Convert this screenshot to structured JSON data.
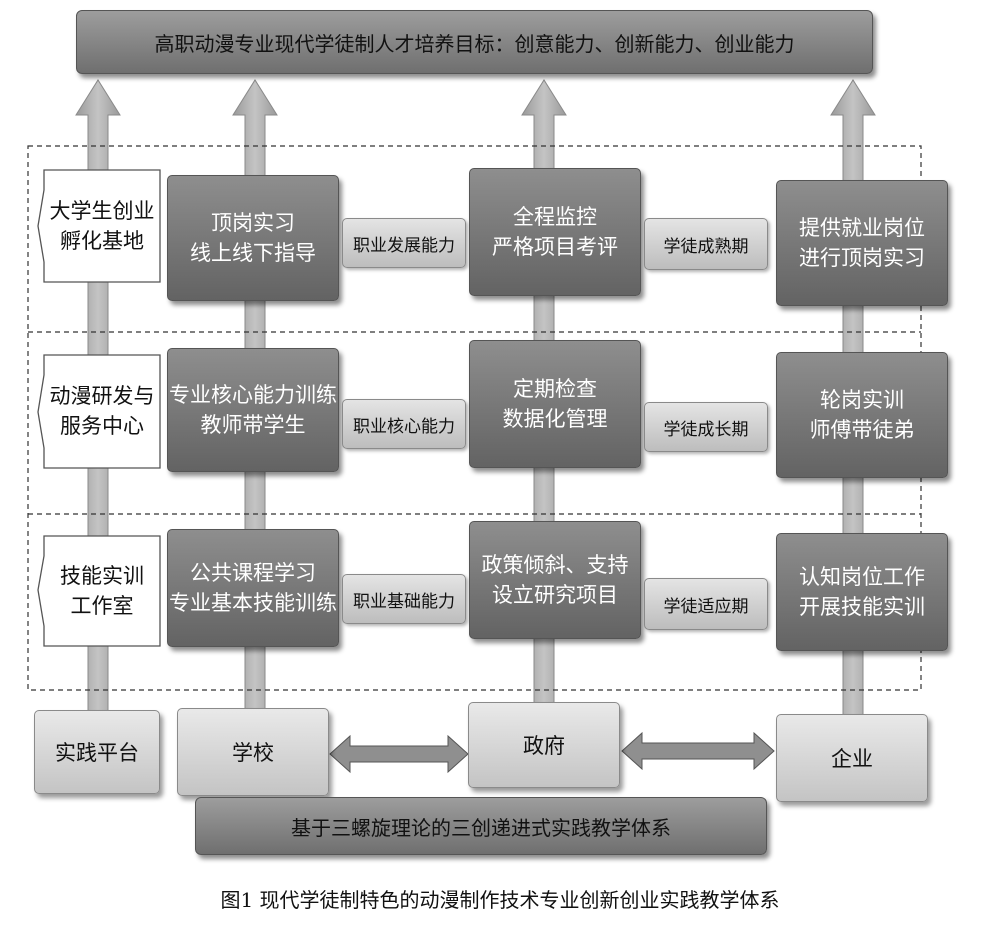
{
  "goal": "高职动漫专业现代学徒制人才培养目标：创意能力、创新能力、创业能力",
  "platforms": {
    "header": "实践平台",
    "items": [
      [
        "大学生创业",
        "孵化基地"
      ],
      [
        "动漫研发与",
        "服务中心"
      ],
      [
        "技能实训",
        "工作室"
      ]
    ]
  },
  "actors": {
    "school": "学校",
    "government": "政府",
    "enterprise": "企业"
  },
  "school_boxes": [
    [
      "顶岗实习",
      "线上线下指导"
    ],
    [
      "专业核心能力训练",
      "教师带学生"
    ],
    [
      "公共课程学习",
      "专业基本技能训练"
    ]
  ],
  "abilities": [
    "职业发展能力",
    "职业核心能力",
    "职业基础能力"
  ],
  "government_boxes": [
    [
      "全程监控",
      "严格项目考评"
    ],
    [
      "定期检查",
      "数据化管理"
    ],
    [
      "政策倾斜、支持",
      "设立研究项目"
    ]
  ],
  "stages": [
    "学徒成熟期",
    "学徒成长期",
    "学徒适应期"
  ],
  "enterprise_boxes": [
    [
      "提供就业岗位",
      "进行顶岗实习"
    ],
    [
      "轮岗实训",
      "师傅带徒弟"
    ],
    [
      "认知岗位工作",
      "开展技能实训"
    ]
  ],
  "base": "基于三螺旋理论的三创递进式实践教学体系",
  "caption": "图1   现代学徒制特色的动漫制作技术专业创新创业实践教学体系",
  "colors": {
    "dark_box": "#6f6f6f",
    "light_box": "#cfcfcf",
    "arrow": "#b3b3b3"
  }
}
